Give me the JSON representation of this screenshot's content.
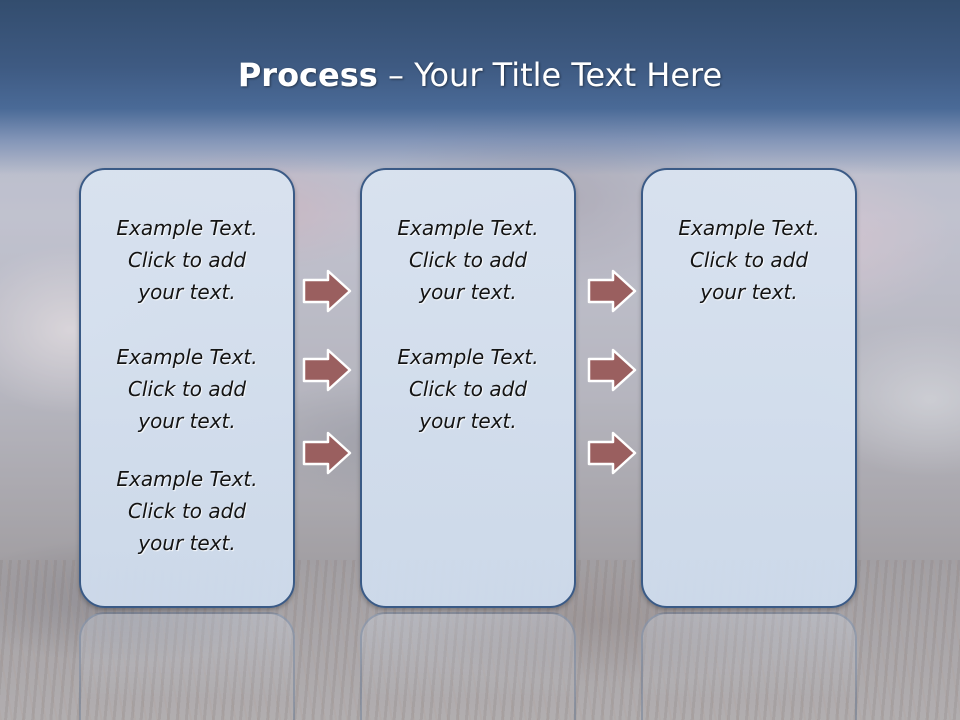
{
  "slide": {
    "title_bold": "Process",
    "title_rest": " – Your Title Text Here"
  },
  "columns": [
    {
      "items": [
        [
          "Example Text.",
          "Click  to add",
          "your text."
        ],
        [
          "Example Text.",
          "Click  to add",
          "your text."
        ],
        [
          "Example Text.",
          "Click  to add",
          "your text."
        ]
      ]
    },
    {
      "items": [
        [
          "Example Text.",
          "Click  to add",
          "your text."
        ],
        [
          "Example Text.",
          "Click  to add",
          "your text."
        ]
      ]
    },
    {
      "items": [
        [
          "Example Text.",
          "Click  to add",
          "your text."
        ]
      ]
    }
  ],
  "colors": {
    "title_bar": "#3e5a82",
    "box_fill": "#d6e1ef",
    "box_border": "#3a5a86",
    "arrow_fill": "#9a5f5f",
    "arrow_stroke": "#ffffff"
  },
  "icons": {
    "arrow": "right-arrow-icon"
  }
}
